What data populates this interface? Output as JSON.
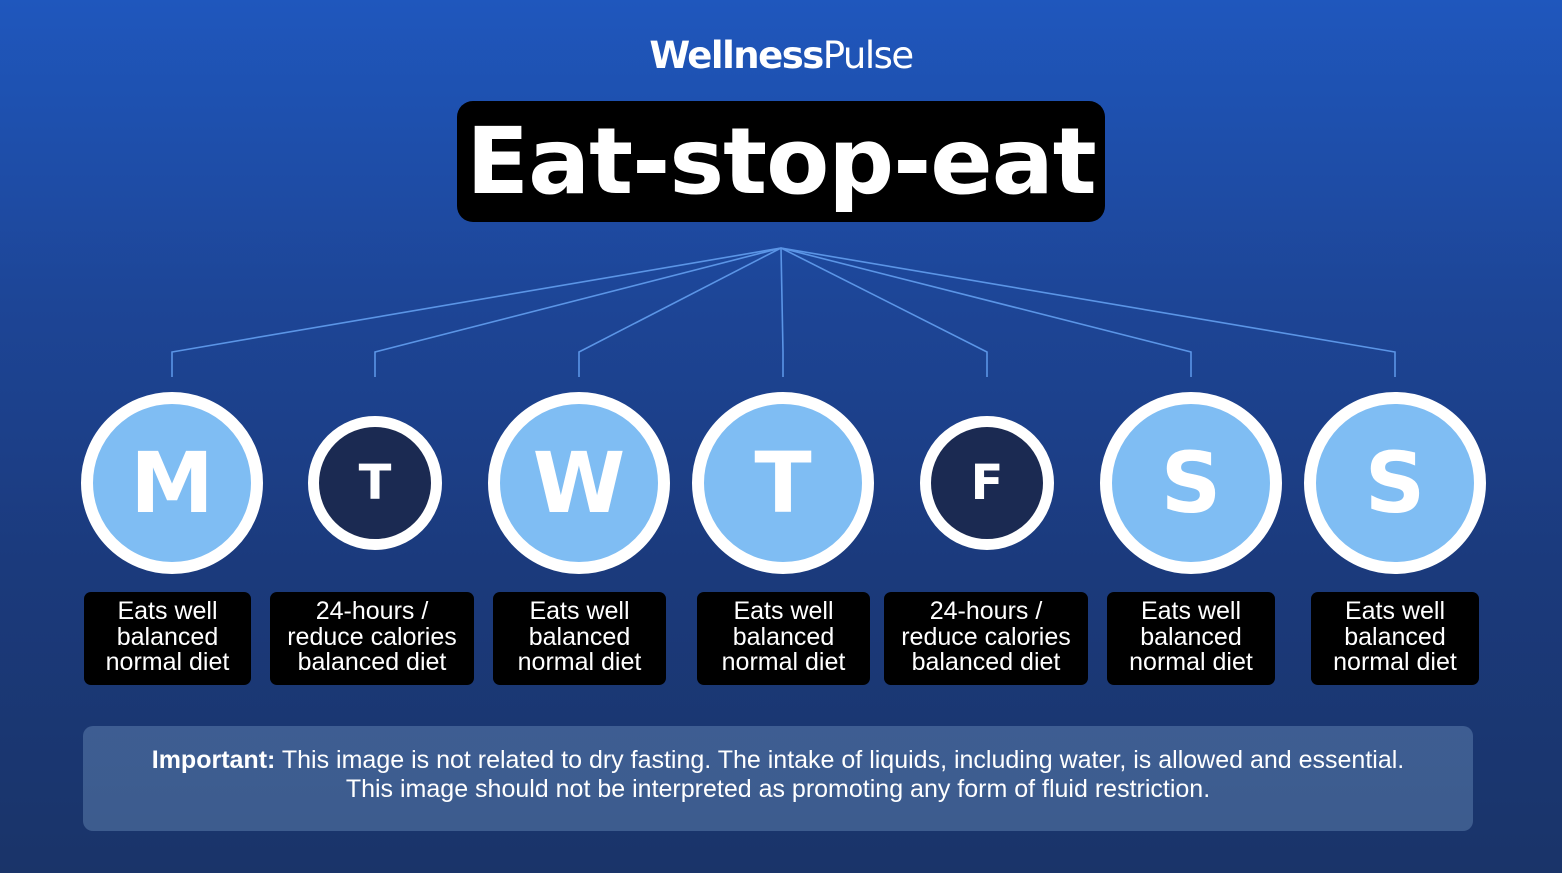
{
  "brand": {
    "part1": "Wellness",
    "part2": "Pulse"
  },
  "title": "Eat-stop-eat",
  "days": [
    {
      "letter": "M",
      "type": "eat",
      "lines": [
        "Eats well",
        "balanced",
        "normal diet"
      ]
    },
    {
      "letter": "T",
      "type": "fast",
      "lines": [
        "24-hours /",
        "reduce calories",
        "balanced diet"
      ]
    },
    {
      "letter": "W",
      "type": "eat",
      "lines": [
        "Eats well",
        "balanced",
        "normal diet"
      ]
    },
    {
      "letter": "T",
      "type": "eat",
      "lines": [
        "Eats well",
        "balanced",
        "normal diet"
      ]
    },
    {
      "letter": "F",
      "type": "fast",
      "lines": [
        "24-hours /",
        "reduce calories",
        "balanced diet"
      ]
    },
    {
      "letter": "S",
      "type": "eat",
      "lines": [
        "Eats well",
        "balanced",
        "normal diet"
      ]
    },
    {
      "letter": "S",
      "type": "eat",
      "lines": [
        "Eats well",
        "balanced",
        "normal diet"
      ]
    }
  ],
  "notice": {
    "label": "Important:",
    "text": "This image is not related to dry fasting. The intake of liquids, including water, is allowed and essential. This image should not be interpreted as promoting any form of fluid restriction."
  },
  "colors": {
    "background_top": "#1f57bd",
    "background_bottom": "#1a3469",
    "eat_circle": "#7fbdf3",
    "fast_circle": "#1b2a52",
    "connector_line": "#5b95e6"
  }
}
